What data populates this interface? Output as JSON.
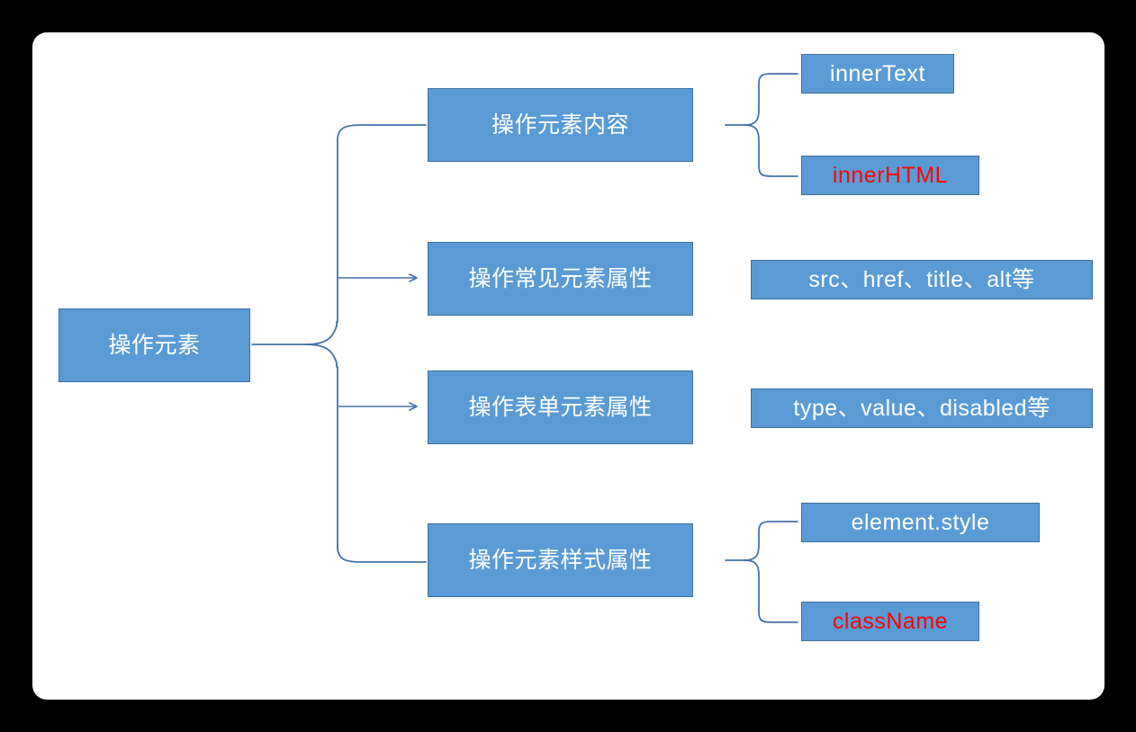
{
  "canvas": {
    "background_color": "#000000",
    "card_color": "#ffffff"
  },
  "theme": {
    "node_fill": "#5B9BD5",
    "node_border": "#41719C",
    "node_text": "#ffffff",
    "highlight_text": "#FF0000",
    "connector_color": "#4472A8"
  },
  "diagram": {
    "type": "mindmap-tree",
    "root": {
      "id": "root",
      "label": "操作元素",
      "text_color": "#ffffff"
    },
    "branches": [
      {
        "id": "content",
        "label": "操作元素内容",
        "text_color": "#ffffff",
        "connector": "curve",
        "children": [
          {
            "id": "innertext",
            "label": "innerText",
            "text_color": "#ffffff"
          },
          {
            "id": "innerhtml",
            "label": "innerHTML",
            "text_color": "#FF0000"
          }
        ],
        "child_connector": "brace"
      },
      {
        "id": "common-attrs",
        "label": "操作常见元素属性",
        "text_color": "#ffffff",
        "connector": "arrow",
        "children": [
          {
            "id": "attrs",
            "label": "src、href、title、alt等",
            "text_color": "#ffffff"
          }
        ],
        "child_connector": "none"
      },
      {
        "id": "form-attrs",
        "label": "操作表单元素属性",
        "text_color": "#ffffff",
        "connector": "arrow",
        "children": [
          {
            "id": "formattrs",
            "label": "type、value、disabled等",
            "text_color": "#ffffff"
          }
        ],
        "child_connector": "none"
      },
      {
        "id": "style-attrs",
        "label": "操作元素样式属性",
        "text_color": "#ffffff",
        "connector": "curve",
        "children": [
          {
            "id": "elemstyle",
            "label": "element.style",
            "text_color": "#ffffff"
          },
          {
            "id": "classname",
            "label": "className",
            "text_color": "#FF0000"
          }
        ],
        "child_connector": "brace"
      }
    ]
  }
}
